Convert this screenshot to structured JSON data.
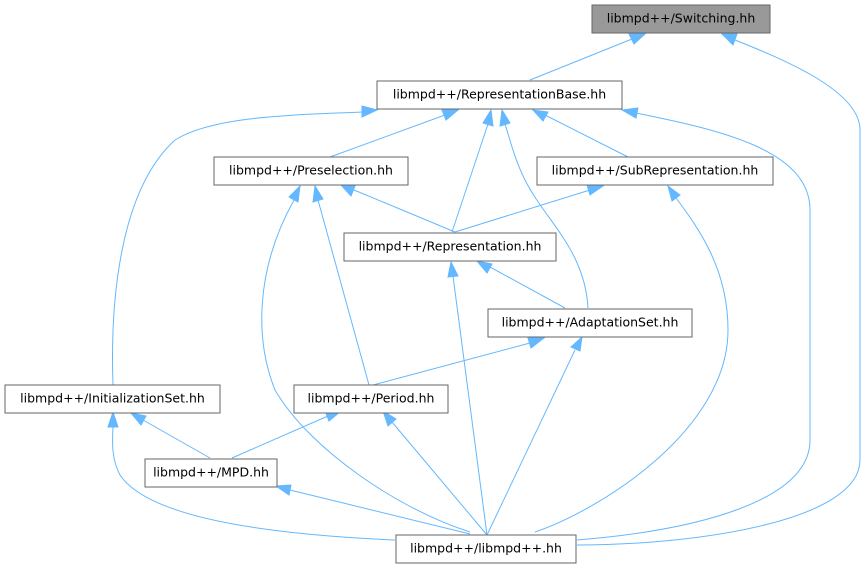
{
  "nodes": {
    "switching": "libmpd++/Switching.hh",
    "representation_base": "libmpd++/RepresentationBase.hh",
    "preselection": "libmpd++/Preselection.hh",
    "sub_representation": "libmpd++/SubRepresentation.hh",
    "representation": "libmpd++/Representation.hh",
    "adaptation_set": "libmpd++/AdaptationSet.hh",
    "initialization_set": "libmpd++/InitializationSet.hh",
    "period": "libmpd++/Period.hh",
    "mpd": "libmpd++/MPD.hh",
    "libmpdpp": "libmpd++/libmpd++.hh"
  },
  "colors": {
    "edge": "#63b8ff",
    "node_border": "#666666",
    "highlight_fill": "#999999"
  }
}
